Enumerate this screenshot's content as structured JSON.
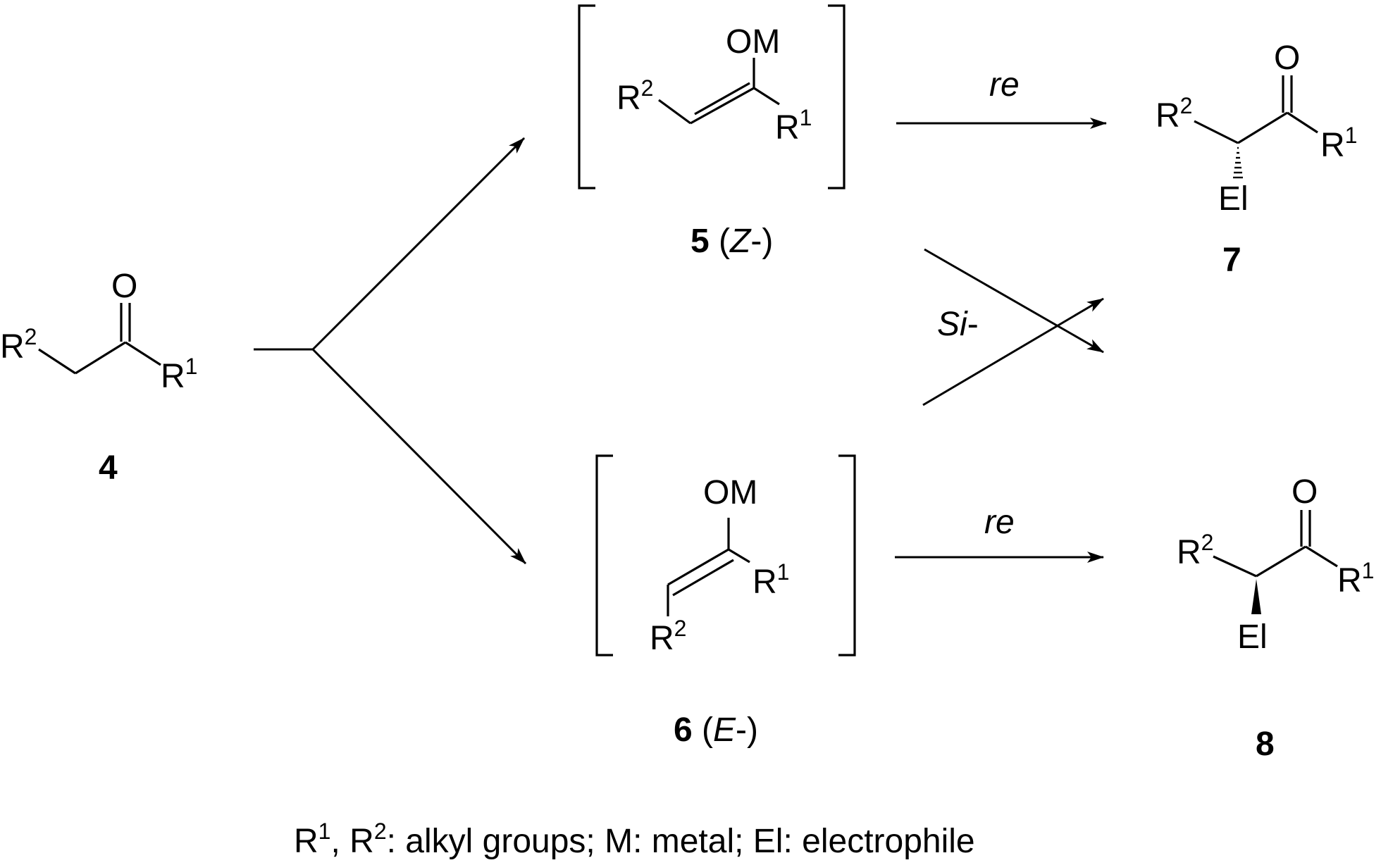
{
  "atoms": {
    "O": "O",
    "OM": "OM",
    "R": "R",
    "El": "El",
    "sup1": "1",
    "sup2": "2"
  },
  "compounds": {
    "c4": {
      "number": "4"
    },
    "c5": {
      "number": "5",
      "open": " (",
      "config": "Z",
      "close": "-)"
    },
    "c6": {
      "number": "6",
      "open": " (",
      "config": "E",
      "close": "-)"
    },
    "c7": {
      "number": "7"
    },
    "c8": {
      "number": "8"
    }
  },
  "arrows": {
    "top_face": "re",
    "cross_face": "Si",
    "cross_suffix": "-",
    "bottom_face": "re"
  },
  "footnote": {
    "r1": "R",
    "r1_sup": "1",
    "sep": ", R",
    "r2_sup": "2",
    "rest": ": alkyl groups; M: metal; El: electrophile"
  }
}
